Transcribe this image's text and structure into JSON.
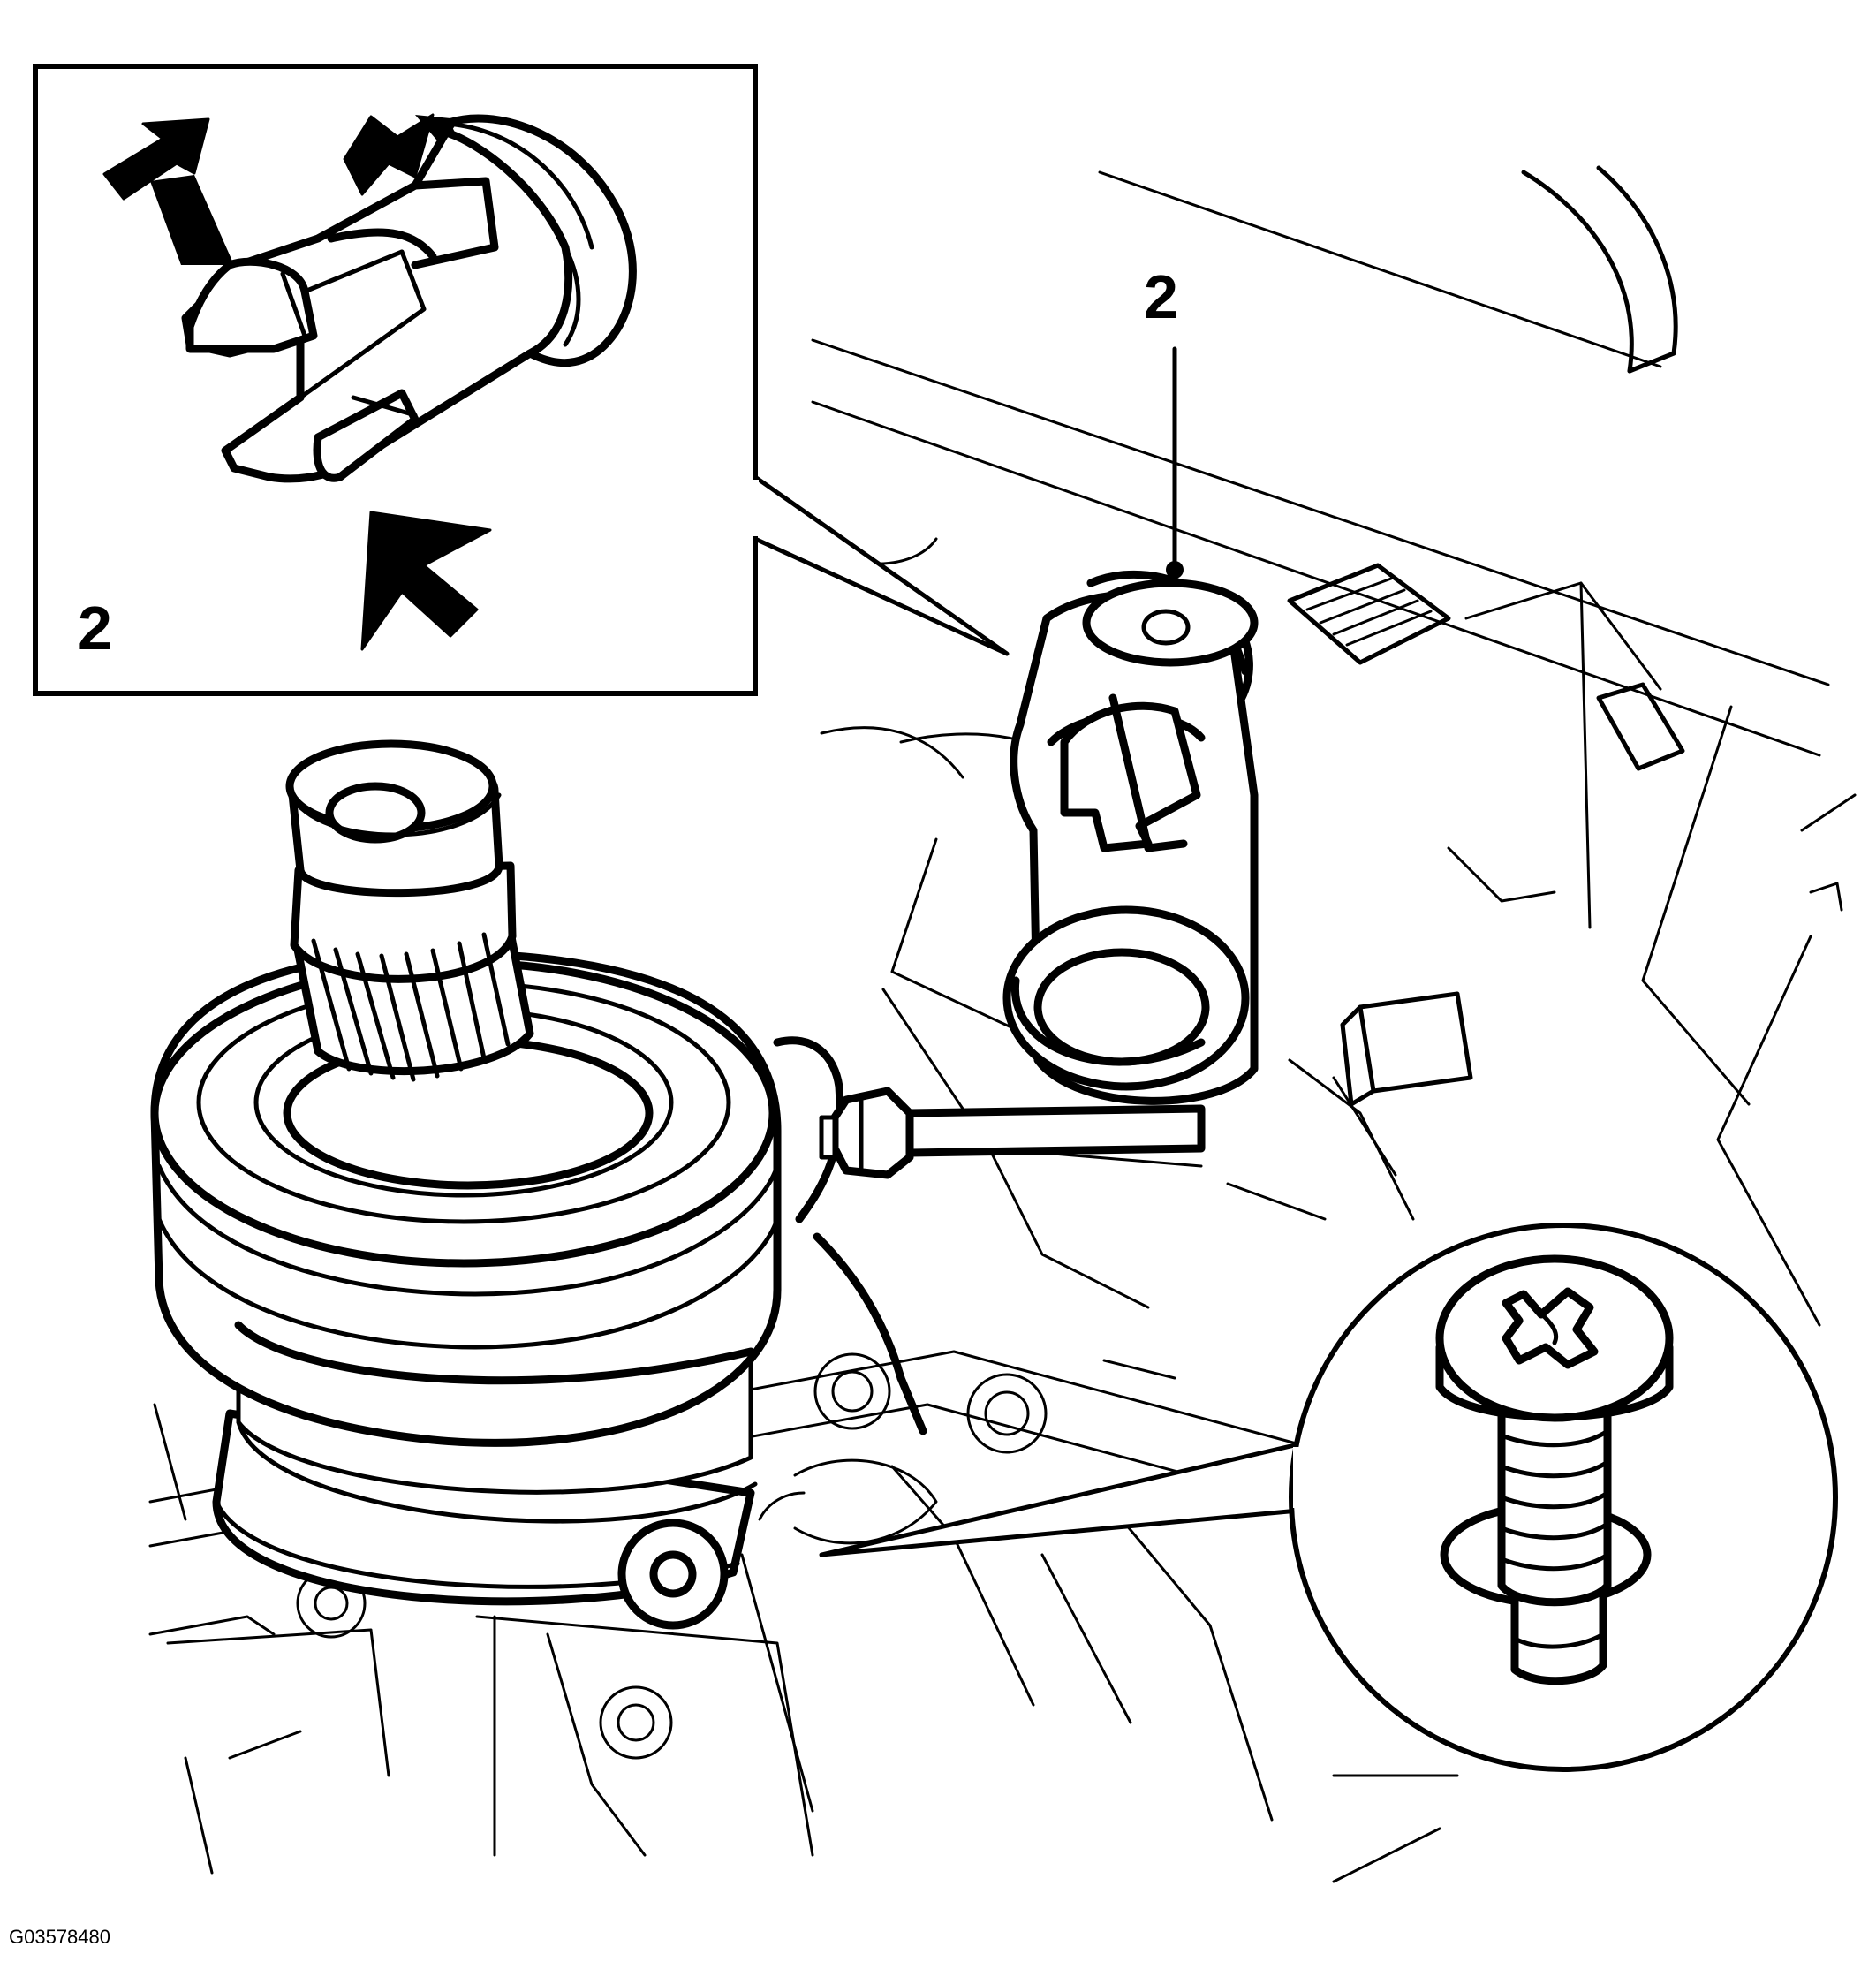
{
  "figure": {
    "callouts": {
      "inset_label": "2",
      "main_label": "2"
    },
    "figure_id": "G03578480",
    "colors": {
      "ink": "#000000",
      "paper": "#ffffff"
    }
  }
}
